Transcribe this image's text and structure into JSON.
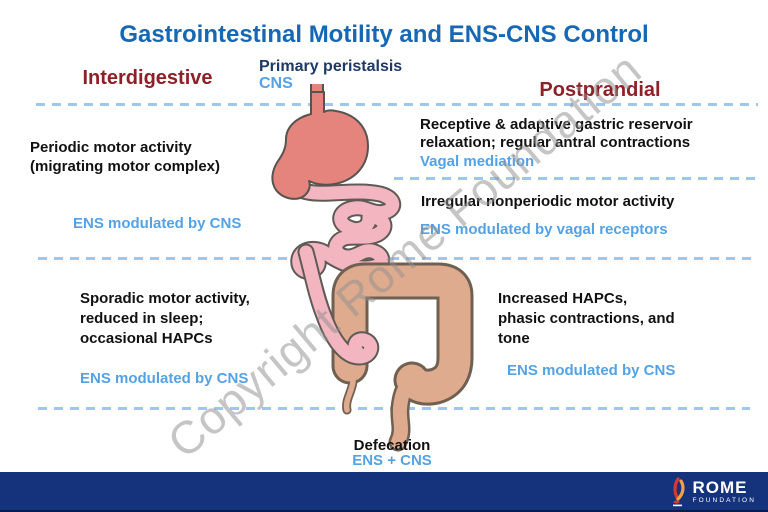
{
  "slide": {
    "title": "Gastrointestinal Motility and ENS-CNS Control",
    "columns": {
      "left": "Interdigestive",
      "right": "Postprandial"
    },
    "esophagus_label": {
      "line1": "Primary peristalsis",
      "line2": "CNS"
    },
    "rows": {
      "gastric": {
        "left_line1": "Periodic motor activity",
        "left_line2": "(migrating motor complex)",
        "left_mechanism": "ENS modulated by CNS",
        "right_line1": "Receptive & adaptive gastric reservoir",
        "right_line2": "relaxation; regular antral contractions",
        "right_mechanism": "Vagal mediation"
      },
      "small_bowel": {
        "right_text": "Irregular nonperiodic motor activity",
        "right_mechanism": "ENS modulated by vagal receptors"
      },
      "colonic": {
        "left_line1": "Sporadic motor activity,",
        "left_line2": "reduced in sleep;",
        "left_line3": "occasional HAPCs",
        "left_mechanism": "ENS modulated by CNS",
        "right_line1": "Increased HAPCs,",
        "right_line2": "phasic contractions, and",
        "right_line3": "tone",
        "right_mechanism": "ENS modulated by CNS"
      },
      "defecation": {
        "label": "Defecation",
        "mechanism": "ENS + CNS"
      }
    },
    "watermark": "Copyright Rome Foundation",
    "footer": {
      "brand": "ROME",
      "brand_sub": "FOUNDATION"
    },
    "colors": {
      "title_blue": "#1668B4",
      "heading_red": "#8C2127",
      "navy": "#1F3864",
      "light_blue": "#54A2E4",
      "dashed_line": "#9FC6EE",
      "footer_navy": "#15337D",
      "stomach": "#E5837D",
      "stomach_outline": "#575350",
      "small_intestine": "#F3B6C0",
      "small_intestine_outline": "#5F5A56",
      "colon": "#DFAB8E",
      "colon_outline": "#6F6052",
      "flame_red": "#D23B31",
      "flame_orange": "#F0A23C"
    }
  }
}
